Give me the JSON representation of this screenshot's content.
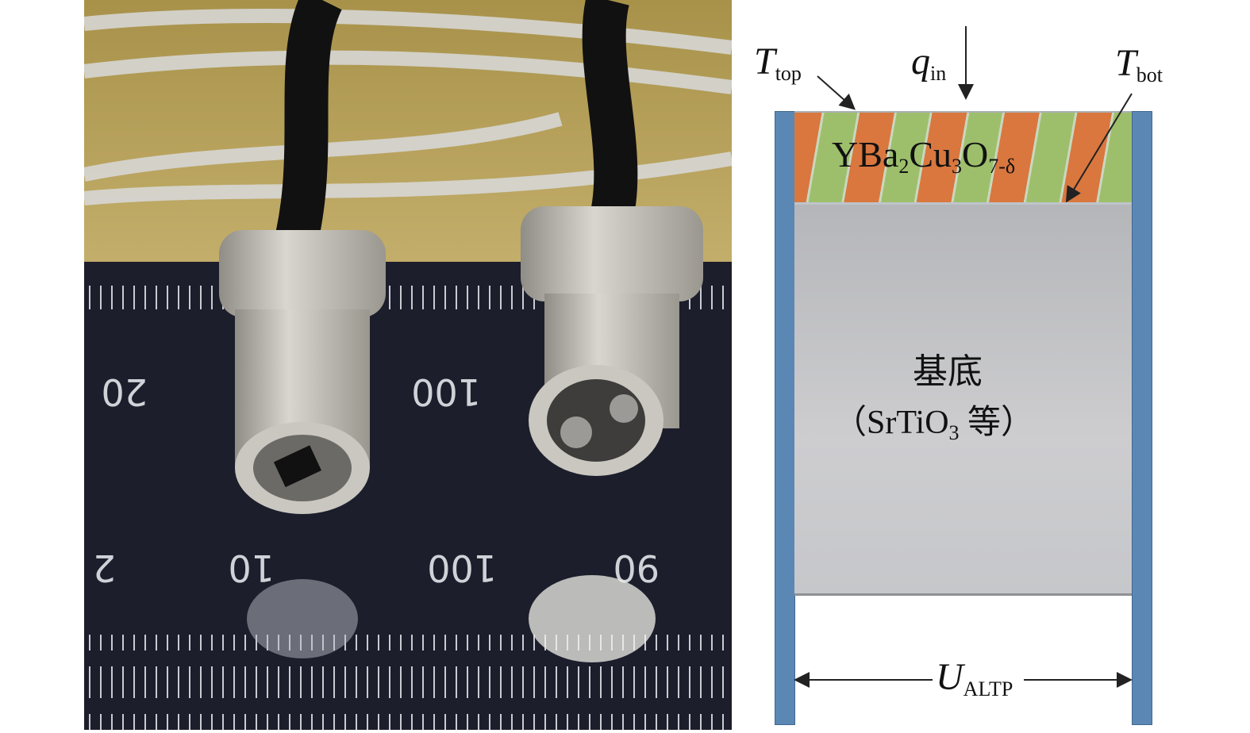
{
  "photo": {
    "ruler_labels": [
      "20",
      "100",
      "2",
      "10",
      "100",
      "90"
    ]
  },
  "diagram": {
    "t_top": {
      "symbol": "T",
      "subscript": "top"
    },
    "q_in": {
      "symbol": "q",
      "subscript": "in"
    },
    "t_bot": {
      "symbol": "T",
      "subscript": "bot"
    },
    "film": {
      "main": "YBa",
      "s1": "2",
      "m2": "Cu",
      "s2": "3",
      "m3": "O",
      "s3": "7-δ"
    },
    "substrate": {
      "line1": "基底",
      "open": "（SrTiO",
      "sub": "3",
      "close": " 等）"
    },
    "voltage": {
      "symbol": "U",
      "subscript": "ALTP"
    }
  },
  "colors": {
    "orange": "#d9773f",
    "green": "#9dbf6b",
    "electrode": "#5b87b5",
    "substrate": "#c4c5c8"
  }
}
